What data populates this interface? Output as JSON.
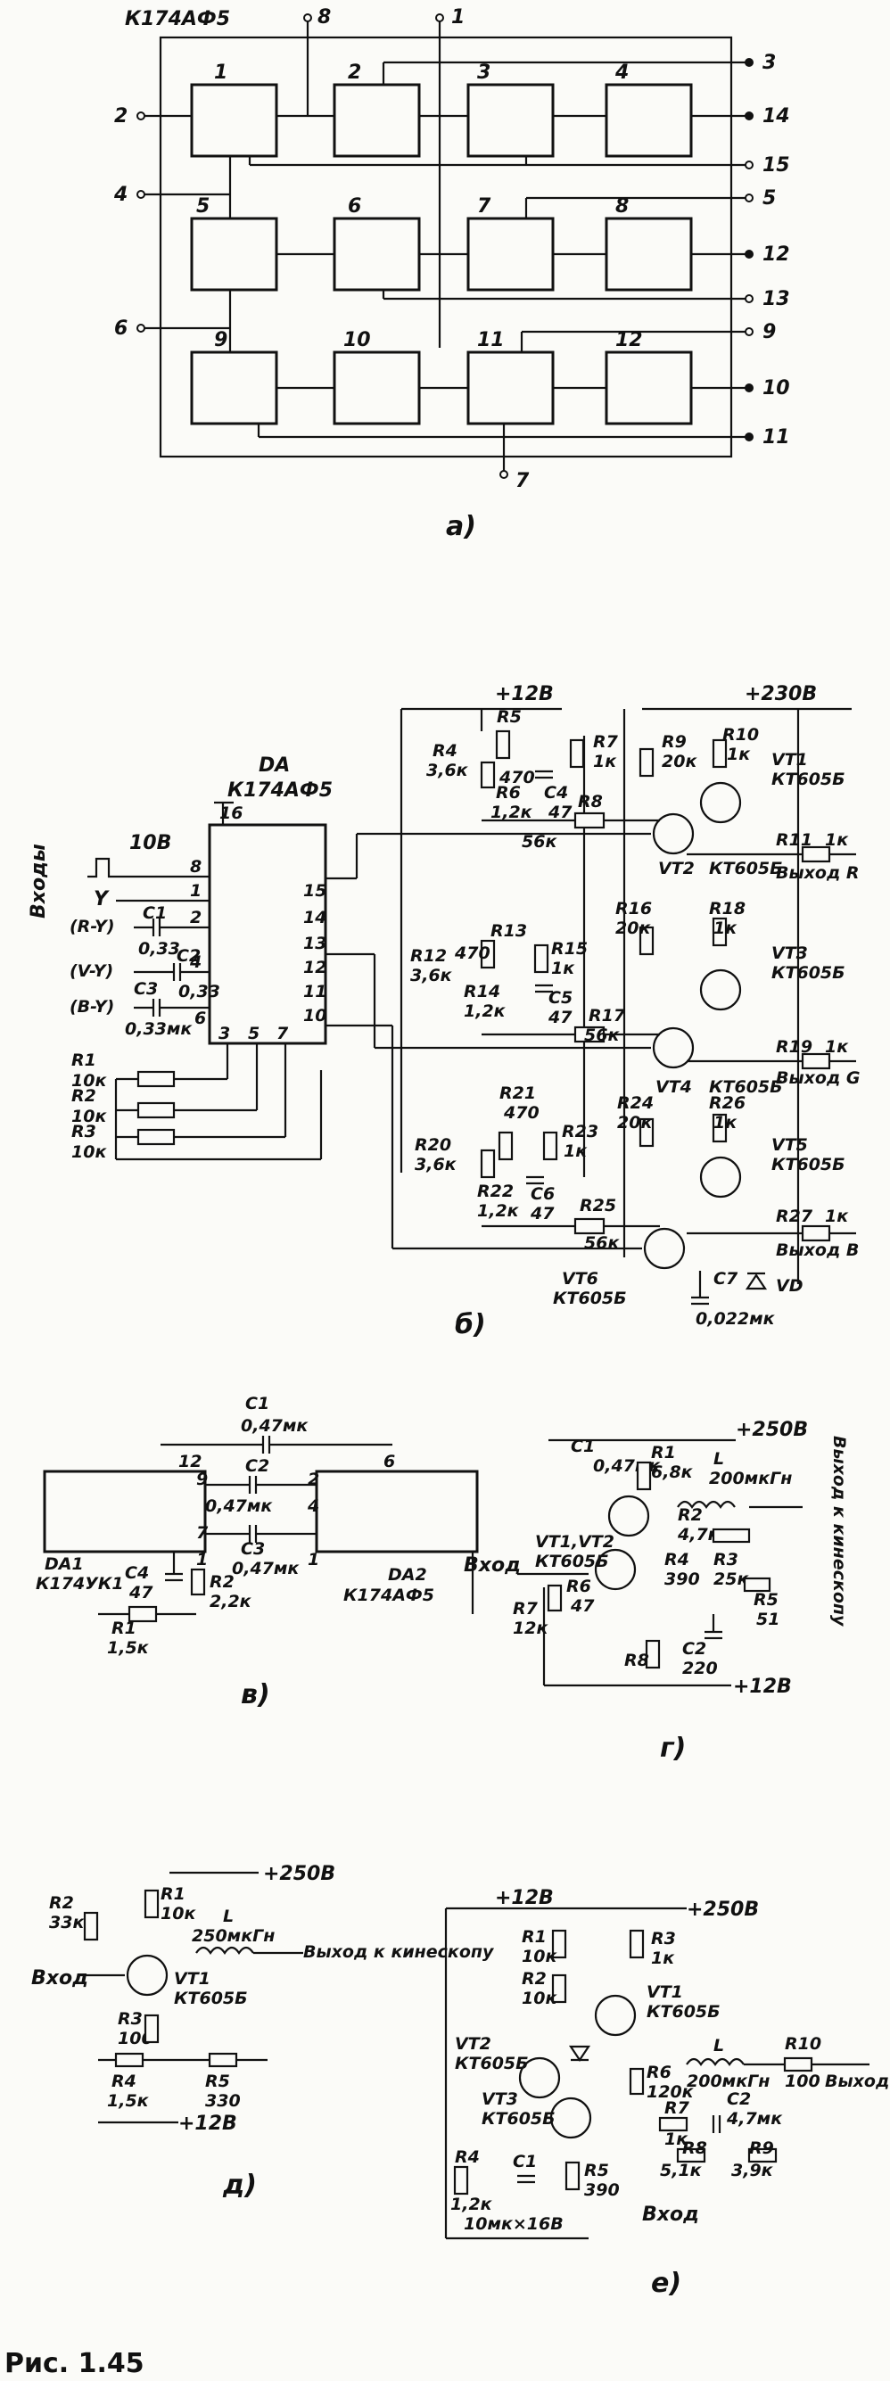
{
  "diagram_a": {
    "chip": "К174АФ5",
    "blocks": [
      "1",
      "2",
      "3",
      "4",
      "5",
      "6",
      "7",
      "8",
      "9",
      "10",
      "11",
      "12"
    ],
    "pins_left": [
      "2",
      "4",
      "6"
    ],
    "pins_top": [
      "8",
      "1"
    ],
    "pins_right": [
      "3",
      "14",
      "15",
      "5",
      "12",
      "13",
      "9",
      "10",
      "11"
    ],
    "pin_bottom": "7",
    "caption": "а)"
  },
  "diagram_b": {
    "chip_ref": "DA",
    "chip": "К174АФ5",
    "supply": "+12В",
    "supply_hv": "+230В",
    "inputs_title": "Входы",
    "pulse_label": "10В",
    "inputs": [
      "Y",
      "(R-Y)",
      "(V-Y)",
      "(B-Y)"
    ],
    "pin_16": "16",
    "pins_left": [
      "8",
      "1",
      "2",
      "4",
      "6"
    ],
    "pins_right": [
      "15",
      "14",
      "13",
      "12",
      "11",
      "10"
    ],
    "pins_bottom": [
      "3",
      "5",
      "7"
    ],
    "caps_in": [
      {
        "ref": "C1",
        "val": "0,33"
      },
      {
        "ref": "C2",
        "val": "0,33"
      },
      {
        "ref": "C3",
        "val": "0,33мк"
      }
    ],
    "pots": [
      {
        "ref": "R1",
        "val": "10к"
      },
      {
        "ref": "R2",
        "val": "10к"
      },
      {
        "ref": "R3",
        "val": "10к"
      }
    ],
    "channels": [
      {
        "r_a": "R4",
        "r_a_val": "3,6к",
        "r_b": "R5",
        "r_b_val": "470",
        "r_c": "R6",
        "r_c_val": "1,2к",
        "c": "C4",
        "c_val": "47",
        "r_d": "R7",
        "r_d_val": "1к",
        "r_e": "R8",
        "r_e_val": "56к",
        "r_f": "R9",
        "r_f_val": "20к",
        "r_g": "R10",
        "r_g_val": "1к",
        "vt_top": "VT1",
        "vt_top_type": "КТ605Б",
        "vt_bot": "VT2",
        "vt_bot_type": "КТ605Б",
        "r_out": "R11",
        "r_out_val": "1к",
        "out": "Выход R"
      },
      {
        "r_a": "R12",
        "r_a_val": "3,6к",
        "r_b": "R13",
        "r_b_val": "470",
        "r_c": "R14",
        "r_c_val": "1,2к",
        "c": "C5",
        "c_val": "47",
        "r_d": "R15",
        "r_d_val": "1к",
        "r_e": "R17",
        "r_e_val": "56к",
        "r_f": "R16",
        "r_f_val": "20к",
        "r_g": "R18",
        "r_g_val": "1к",
        "vt_top": "VT3",
        "vt_top_type": "КТ605Б",
        "vt_bot": "VT4",
        "vt_bot_type": "КТ605Б",
        "r_out": "R19",
        "r_out_val": "1к",
        "out": "Выход G"
      },
      {
        "r_a": "R20",
        "r_a_val": "3,6к",
        "r_b": "R21",
        "r_b_val": "470",
        "r_c": "R22",
        "r_c_val": "1,2к",
        "c": "C6",
        "c_val": "47",
        "r_d": "R23",
        "r_d_val": "1к",
        "r_e": "R25",
        "r_e_val": "56к",
        "r_f": "R24",
        "r_f_val": "20к",
        "r_g": "R26",
        "r_g_val": "1к",
        "vt_top": "VT5",
        "vt_top_type": "КТ605Б",
        "vt_bot": "VT6",
        "vt_bot_type": "КТ605Б",
        "r_out": "R27",
        "r_out_val": "1к",
        "out": "Выход B"
      }
    ],
    "c7": "C7",
    "c7_val": "0,022мк",
    "vd": "VD",
    "caption": "б)"
  },
  "diagram_v": {
    "c1": "C1",
    "c1_val": "0,47мк",
    "c2": "C2",
    "c2_val": "0,47мк",
    "c3": "C3",
    "c3_val": "0,47мк",
    "c4": "C4",
    "c4_val": "47",
    "r1": "R1",
    "r1_val": "1,5к",
    "r2": "R2",
    "r2_val": "2,2к",
    "da1": "DA1",
    "da1_type": "К174УК1",
    "da2": "DA2",
    "da2_type": "К174АФ5",
    "pins": [
      "12",
      "9",
      "7",
      "1",
      "6",
      "2",
      "4",
      "1"
    ],
    "caption": "в)"
  },
  "diagram_g": {
    "supply_hv": "+250В",
    "supply": "+12В",
    "input": "Вход",
    "output": "Выход к кинескопу",
    "c1": "C1",
    "c1_val": "0,47мк",
    "r1": "R1",
    "r1_val": "6,8к",
    "l": "L",
    "l_val": "200мкГн",
    "r2": "R2",
    "r2_val": "4,7к",
    "vt": "VT1,VT2",
    "vt_type": "КТ605Б",
    "r6": "R6",
    "r6_val": "47",
    "r4": "R4",
    "r4_val": "390",
    "r3": "R3",
    "r3_val": "25к",
    "r5": "R5",
    "r5_val": "51",
    "r7": "R7",
    "r7_val": "12к",
    "c2": "C2",
    "c2_val": "220",
    "r8": "R8",
    "caption": "г)"
  },
  "diagram_d": {
    "supply_hv": "+250В",
    "supply": "+12В",
    "input": "Вход",
    "output": "Выход к кинескопу",
    "r2": "R2",
    "r2_val": "33к",
    "r1": "R1",
    "r1_val": "10к",
    "l": "L",
    "l_val": "250мкГн",
    "vt": "VT1",
    "vt_type": "КТ605Б",
    "r3": "R3",
    "r3_val": "100",
    "r4": "R4",
    "r4_val": "1,5к",
    "r5": "R5",
    "r5_val": "330",
    "caption": "д)"
  },
  "diagram_e": {
    "supply": "+12В",
    "supply_hv": "+250В",
    "input": "Вход",
    "output": "Выход",
    "r1": "R1",
    "r1_val": "10к",
    "r2": "R2",
    "r2_val": "10к",
    "r3": "R3",
    "r3_val": "1к",
    "vt1": "VT1",
    "vt1_type": "КТ605Б",
    "vt2": "VT2",
    "vt2_type": "КТ605Б",
    "vt3": "VT3",
    "vt3_type": "КТ605Б",
    "r6": "R6",
    "r6_val": "120к",
    "l": "L",
    "l_val": "200мкГн",
    "r10": "R10",
    "r10_val": "100",
    "r7": "R7",
    "r7_val": "1к",
    "c2": "C2",
    "c2_val": "4,7мк",
    "r8": "R8",
    "r8_val": "5,1к",
    "r9": "R9",
    "r9_val": "3,9к",
    "r4": "R4",
    "r4_val": "1,2к",
    "c1": "C1",
    "c1_val": "10мк×16В",
    "r5": "R5",
    "r5_val": "390",
    "caption": "е)"
  },
  "figure_caption": "Рис. 1.45"
}
